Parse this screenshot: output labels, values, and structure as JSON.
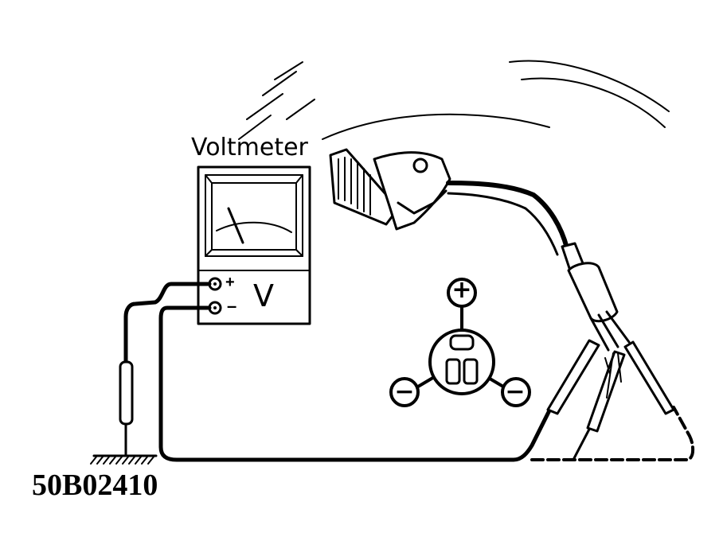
{
  "labels": {
    "voltmeter": "Voltmeter",
    "unit": "V",
    "terminal_plus": "+",
    "terminal_minus": "–",
    "figure_code": "50B02410"
  },
  "connector_symbols": {
    "top": "+",
    "left": "−",
    "right": "−"
  },
  "colors": {
    "ink": "#000000",
    "paper": "#ffffff"
  }
}
